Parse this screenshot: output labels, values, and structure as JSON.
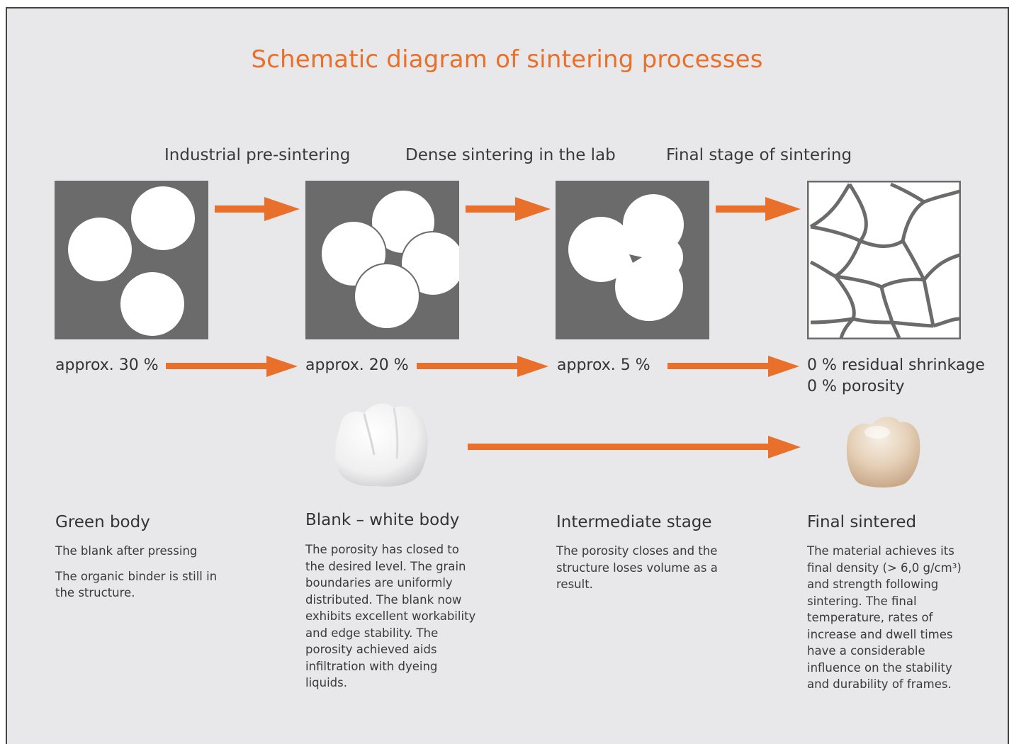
{
  "title": "Schematic diagram of sintering processes",
  "phases": [
    "Industrial pre-sintering",
    "Dense sintering in the lab",
    "Final stage of sintering"
  ],
  "shrinkage": [
    "approx. 30 %",
    "approx. 20 %",
    "approx. 5 %",
    "0 % residual shrinkage"
  ],
  "porosity_final": "0 % porosity",
  "stages": [
    {
      "title": "Green body",
      "paragraphs": [
        "The blank after pressing",
        "The organic binder is still in the structure."
      ]
    },
    {
      "title": "Blank – white body",
      "paragraphs": [
        "The porosity has closed to the desired level. The grain boundaries are uniformly distributed. The blank now exhibits excellent workability and edge stability. The porosity achieved aids infiltration with dyeing liquids."
      ]
    },
    {
      "title": "Intermediate stage",
      "paragraphs": [
        "The porosity closes and the structure loses volume as a result."
      ]
    },
    {
      "title": "Final sintered",
      "paragraphs": [
        "The material achieves its final density (> 6,0 g/cm³) and strength following sintering. The final temperature, rates of increase and dwell times have a considerable influence on the stability and durability of frames."
      ]
    }
  ],
  "colors": {
    "accent": "#e8702a",
    "box": "#6b6b6b",
    "background": "#e8e8ea"
  }
}
